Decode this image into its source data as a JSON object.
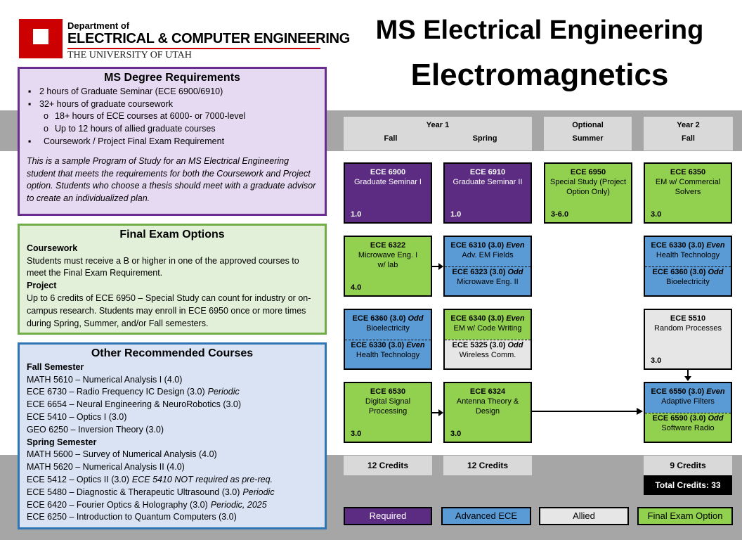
{
  "logo": {
    "line1": "Department of",
    "line2": "ELECTRICAL & COMPUTER ENGINEERING",
    "line3": "THE UNIVERSITY OF UTAH"
  },
  "title": {
    "line1": "MS Electrical Engineering",
    "line2": "Electromagnetics"
  },
  "requirements": {
    "heading": "MS Degree Requirements",
    "items": [
      "2 hours of Graduate Seminar (ECE 6900/6910)",
      "32+ hours of graduate coursework",
      "18+ hours of ECE courses at 6000- or 7000-level",
      "Up to 12 hours of allied graduate courses",
      "Coursework / Project Final Exam Requirement"
    ],
    "note": "This is a sample Program of Study for an MS Electrical Engineering student that meets the requirements for both the Coursework and Project option. Students who choose a thesis should meet with a graduate advisor to create an individualized plan."
  },
  "exam": {
    "heading": "Final Exam Options",
    "coursework_label": "Coursework",
    "coursework_text": "Students must receive a B or higher in one of the approved courses to meet the Final Exam Requirement.",
    "project_label": "Project",
    "project_text": "Up to 6 credits of ECE 6950 – Special Study can count for industry or on-campus research. Students may enroll in ECE 6950 once or more times during Spring, Summer, and/or Fall semesters."
  },
  "other": {
    "heading": "Other Recommended Courses",
    "fall_label": "Fall Semester",
    "fall": [
      {
        "text": "MATH 5610 – Numerical Analysis I (4.0)",
        "note": ""
      },
      {
        "text": "ECE 6730 – Radio Frequency IC Design (3.0)",
        "note": "Periodic"
      },
      {
        "text": "ECE 6654 – Neural Engineering & NeuroRobotics (3.0)",
        "note": ""
      },
      {
        "text": "ECE 5410 – Optics I (3.0)",
        "note": ""
      },
      {
        "text": "GEO 6250 – Inversion Theory (3.0)",
        "note": ""
      }
    ],
    "spring_label": "Spring Semester",
    "spring": [
      {
        "text": "MATH 5600 – Survey of Numerical Analysis (4.0)",
        "note": ""
      },
      {
        "text": "MATH 5620 – Numerical Analysis II (4.0)",
        "note": ""
      },
      {
        "text": "ECE 5412 – Optics II (3.0)",
        "note": "ECE 5410 NOT required as pre-req."
      },
      {
        "text": "ECE 5480 – Diagnostic & Therapeutic Ultrasound (3.0)",
        "note": "Periodic"
      },
      {
        "text": "ECE 6420 – Fourier Optics & Holography (3.0)",
        "note": "Periodic, 2025"
      },
      {
        "text": "ECE 6250 – Introduction to Quantum Computers (3.0)",
        "note": ""
      }
    ]
  },
  "headers": {
    "year1": "Year 1",
    "fall1": "Fall",
    "spring1": "Spring",
    "optional": "Optional",
    "summer": "Summer",
    "year2": "Year 2",
    "fall2": "Fall"
  },
  "courses": {
    "c6900": {
      "code": "ECE 6900",
      "name": "Graduate Seminar I",
      "credits": "1.0"
    },
    "c6910": {
      "code": "ECE 6910",
      "name": "Graduate Seminar II",
      "credits": "1.0"
    },
    "c6950": {
      "code": "ECE 6950",
      "name": "Special Study (Project Option Only)",
      "credits": "3-6.0"
    },
    "c6350": {
      "code": "ECE 6350",
      "name": "EM w/ Commercial Solvers",
      "credits": "3.0"
    },
    "c6322": {
      "code": "ECE 6322",
      "name": "Microwave Eng. I w/ lab",
      "credits": "4.0"
    },
    "c6310": {
      "code": "ECE 6310 (3.0)",
      "tag": "Even",
      "name": "Adv. EM Fields"
    },
    "c6323": {
      "code": "ECE 6323 (3.0)",
      "tag": "Odd",
      "name": "Microwave Eng. II"
    },
    "c6330a": {
      "code": "ECE 6330 (3.0)",
      "tag": "Even",
      "name": "Health Technology"
    },
    "c6360a": {
      "code": "ECE 6360 (3.0)",
      "tag": "Odd",
      "name": "Bioelectricity"
    },
    "c6360b": {
      "code": "ECE 6360 (3.0)",
      "tag": "Odd",
      "name": "Bioelectricity"
    },
    "c6330b": {
      "code": "ECE 6330 (3.0)",
      "tag": "Even",
      "name": "Health Technology"
    },
    "c6340": {
      "code": "ECE 6340 (3.0)",
      "tag": "Even",
      "name": "EM w/ Code Writing"
    },
    "c5325": {
      "code": "ECE 5325 (3.0)",
      "tag": "Odd",
      "name": "Wireless Comm."
    },
    "c5510": {
      "code": "ECE 5510",
      "name": "Random Processes",
      "credits": "3.0"
    },
    "c6530": {
      "code": "ECE 6530",
      "name": "Digital Signal Processing",
      "credits": "3.0"
    },
    "c6324": {
      "code": "ECE 6324",
      "name": "Antenna Theory & Design",
      "credits": "3.0"
    },
    "c6550": {
      "code": "ECE 6550 (3.0)",
      "tag": "Even",
      "name": "Adaptive Filters"
    },
    "c6590": {
      "code": "ECE 6590 (3.0)",
      "tag": "Odd",
      "name": "Software Radio"
    }
  },
  "credits": {
    "fall1": "12 Credits",
    "spring1": "12 Credits",
    "fall2": "9 Credits",
    "total": "Total Credits: 33"
  },
  "legend": {
    "required": "Required",
    "advanced": "Advanced ECE",
    "allied": "Allied",
    "final": "Final Exam Option"
  },
  "colors": {
    "required": "#5b2c82",
    "advanced": "#5b9bd5",
    "allied": "#e7e6e6",
    "final": "#92d050",
    "utah_red": "#cc0000"
  }
}
